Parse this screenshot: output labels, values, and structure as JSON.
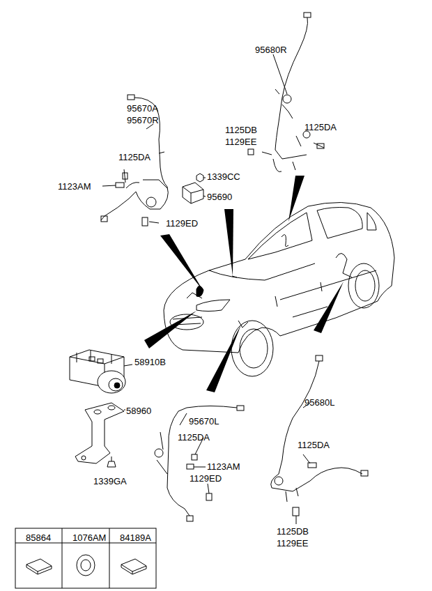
{
  "diagram": {
    "labels": [
      "95680R",
      "1125DB",
      "1129EE",
      "1125DA",
      "95670A",
      "95670R",
      "1125DA",
      "1123AM",
      "1339CC",
      "95690",
      "1129ED",
      "58910B",
      "58960",
      "95670L",
      "95680L",
      "1125DA",
      "1125DA",
      "1123AM",
      "1129ED",
      "1339GA",
      "1125DB",
      "1129EE",
      "85864",
      "1076AM",
      "84189A"
    ]
  }
}
